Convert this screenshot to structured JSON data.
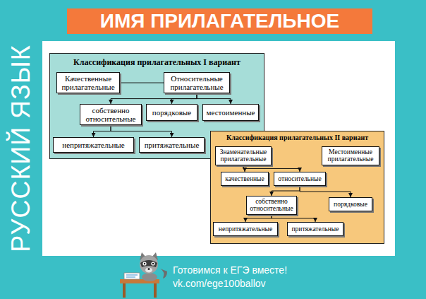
{
  "diagram": {
    "title": "ИМЯ ПРИЛАГАТЕЛЬНОЕ",
    "nodes": [
      {
        "text": [
          "Классификация прилагательных I вариант"
        ]
      },
      {
        "text": [
          "Качественные прилагательные"
        ],
        "in": 0
      },
      {
        "text": [
          "Относительные прилагательные"
        ],
        "in": 0
      },
      {
        "text": [
          "собственно относительные"
        ],
        "in": 0
      },
      {
        "text": [
          "порядковые"
        ],
        "in": 0
      },
      {
        "text": [
          "местоименные"
        ],
        "in": 0
      },
      {
        "text": [
          "непритяжательные"
        ],
        "in": 0
      },
      {
        "text": [
          "притяжательные"
        ],
        "in": 0
      },
      {
        "text": [
          "Классификация прилагательных II вариант"
        ]
      },
      {
        "text": [
          "Знаменательные прилагательные"
        ],
        "in": 8
      },
      {
        "text": [
          "Местоименные прилагательные"
        ],
        "in": 8
      },
      {
        "text": [
          "качественные"
        ],
        "in": 8
      },
      {
        "text": [
          "относительные"
        ],
        "in": 8
      },
      {
        "text": [
          "собственно относительные"
        ],
        "in": 8
      },
      {
        "text": [
          "порядковые"
        ],
        "in": 8
      },
      {
        "text": [
          "непритяжательные"
        ],
        "in": 8
      },
      {
        "text": [
          "притяжательные"
        ],
        "in": 8
      }
    ],
    "edges": [
      {
        "from": 1,
        "to": 2,
        "arrow": "none"
      },
      {
        "from": 2,
        "to": 3,
        "arrow": "to"
      },
      {
        "from": 2,
        "to": 4,
        "arrow": "to"
      },
      {
        "from": 2,
        "to": 5,
        "arrow": "to"
      },
      {
        "from": 3,
        "to": 6,
        "arrow": "to"
      },
      {
        "from": 3,
        "to": 7,
        "arrow": "to"
      },
      {
        "from": 9,
        "to": 11,
        "arrow": "to"
      },
      {
        "from": 9,
        "to": 12,
        "arrow": "to"
      },
      {
        "from": 12,
        "to": 13,
        "arrow": "to"
      },
      {
        "from": 12,
        "to": 14,
        "arrow": "to"
      },
      {
        "from": 13,
        "to": 15,
        "arrow": "to"
      },
      {
        "from": 13,
        "to": 16,
        "arrow": "to"
      }
    ],
    "labels": [
      "РУССКИЙ ЯЗЫК",
      "Готовимся к ЕГЭ вместе!",
      "vk.com/ege100ballov"
    ]
  }
}
